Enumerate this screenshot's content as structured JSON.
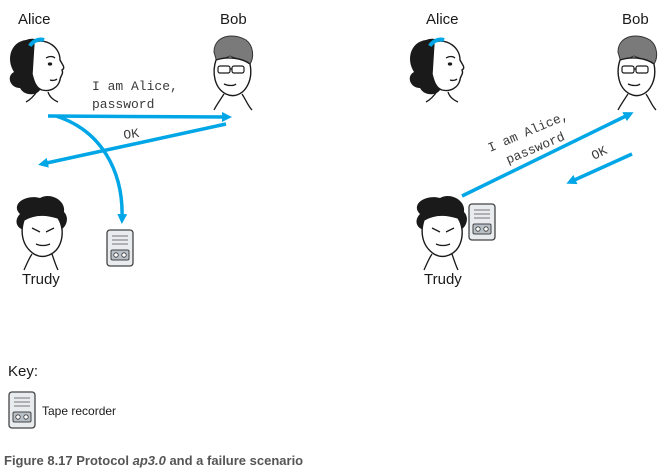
{
  "colors": {
    "arrow": "#00a6e6",
    "caption": "#555555"
  },
  "left_scenario": {
    "alice": "Alice",
    "bob": "Bob",
    "trudy": "Trudy",
    "msg_line1": "I am Alice,",
    "msg_line2": "password",
    "reply": "OK"
  },
  "right_scenario": {
    "alice": "Alice",
    "bob": "Bob",
    "trudy": "Trudy",
    "msg_line1": "I am Alice,",
    "msg_line2": "password",
    "reply": "OK"
  },
  "key": {
    "title": "Key:",
    "tape_recorder": "Tape recorder"
  },
  "caption": {
    "prefix": "Figure 8.17 Protocol ",
    "protocol": "ap3.0",
    "suffix": " and a failure scenario"
  }
}
